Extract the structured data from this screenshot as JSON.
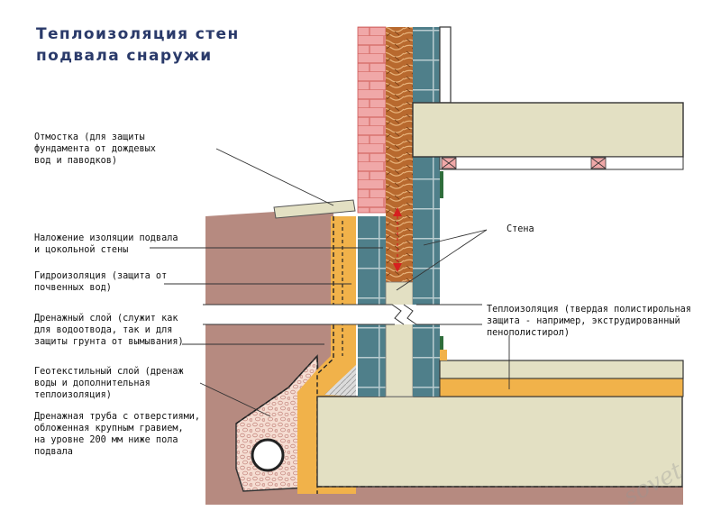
{
  "title": {
    "line1": "Теплоизоляция стен",
    "line2": "подвала снаружи"
  },
  "labels": {
    "otmostka": [
      "Отмостка (для защиты",
      "фундамента от дождевых",
      "вод и паводков)"
    ],
    "nalozhenie": [
      "Наложение изоляции подвала",
      "и цокольной стены"
    ],
    "gidro": [
      "Гидроизоляция (защита от",
      "почвенных вод)"
    ],
    "drenazh": [
      "Дренажный слой (служит как",
      "для водоотвода, так и для",
      "защиты грунта от вымывания)"
    ],
    "geotextile": [
      "Геотекстильный слой (дренаж",
      "воды и дополнительная",
      "теплоизоляция)"
    ],
    "truba": [
      "Дренажная труба с отверстиями,",
      "обложенная крупным гравием,",
      "на уровне 200 мм ниже пола",
      "подвала"
    ],
    "stena": [
      "Стена"
    ],
    "teplo": [
      "Теплоизоляция (твердая полистирольная",
      "защита - например, экструдированный",
      "пенополистирол)"
    ]
  },
  "watermark": "sovet",
  "colors": {
    "soil": "#b68a80",
    "brick": "#f0a8a8",
    "block": "#4f7f8a",
    "insulation_wood": "#b8692e",
    "orange_layer": "#f1b24a",
    "beige_slab": "#e3e0c3",
    "gravel": "#f5ddd2",
    "title": "#2a3a6a"
  }
}
